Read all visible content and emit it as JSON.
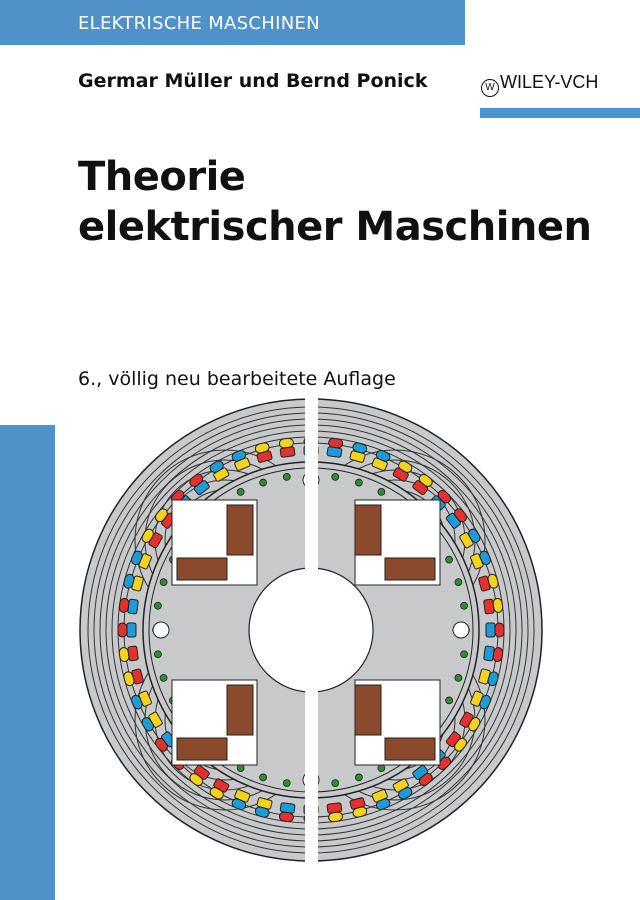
{
  "series": "ELEKTRISCHE MASCHINEN",
  "authors": "Germar Müller und Bernd Ponick",
  "publisher": "WILEY-VCH",
  "title_line1": "Theorie",
  "title_line2": "elektrischer Maschinen",
  "edition": "6., völlig neu bearbeitete Auflage",
  "colors": {
    "accent": "#4f91c9",
    "iron": "#c8c9cb",
    "winding_red": "#e4312f",
    "winding_blue": "#1e9bd7",
    "winding_yellow": "#f5d21c",
    "damper": "#2e8b2e",
    "pole": "#8b4a2b"
  }
}
